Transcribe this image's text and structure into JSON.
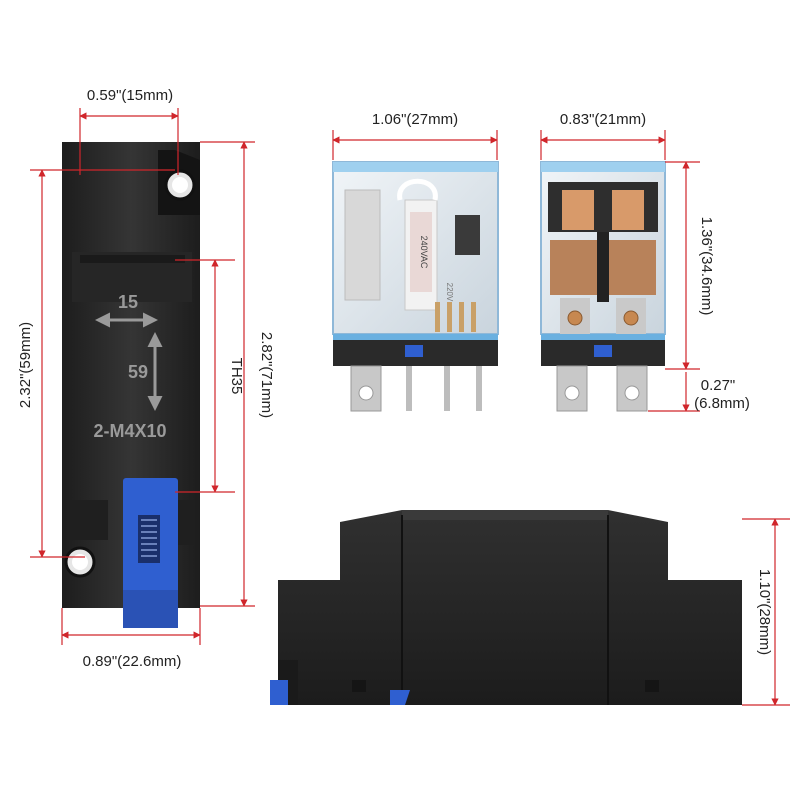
{
  "dimensions": {
    "socket_hole_spacing_width": "0.59\"(15mm)",
    "socket_hole_spacing_height": "2.32\"(59mm)",
    "socket_height": "2.82\"(71mm)",
    "socket_width": "0.89\"(22.6mm)",
    "rail_label": "TH35",
    "relay_width": "1.06\"(27mm)",
    "relay_depth": "0.83\"(21mm)",
    "relay_height": "1.36\"(34.6mm)",
    "pin_length_in": "0.27\"",
    "pin_length_mm": "(6.8mm)",
    "socket_side_height": "1.10\"(28mm)"
  },
  "socket_markings": {
    "hspacing": "15",
    "vspacing": "59",
    "screw": "2-M4X10"
  },
  "relay_label": {
    "voltage": "240VAC",
    "rating": "220V"
  },
  "colors": {
    "dimension_line": "#d0262b",
    "socket_body": "#2b2b2b",
    "clip_blue": "#2f5fd0",
    "relay_cover": "#dfe7ee",
    "relay_base_blue": "#6ab0e0"
  }
}
